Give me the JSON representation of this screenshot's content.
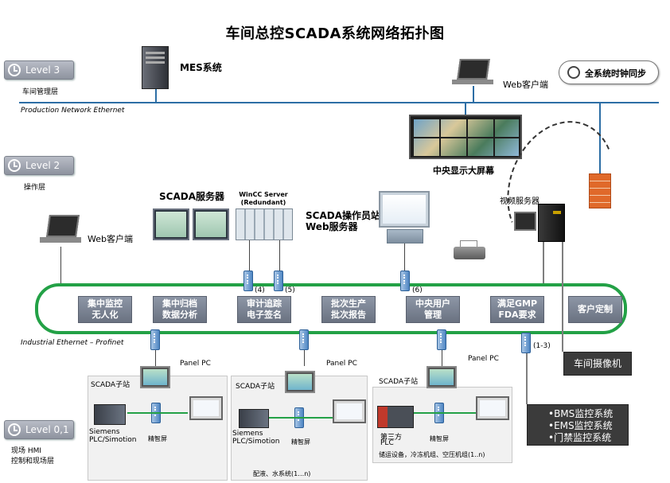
{
  "title": "车间总控SCADA系统网络拓扑图",
  "levels": [
    {
      "label": "Level 3",
      "sub": "车间管理层"
    },
    {
      "label": "Level 2",
      "sub": "操作层"
    },
    {
      "label": "Level 0,1",
      "sub1": "现场 HMI",
      "sub2": "控制和现场层"
    }
  ],
  "networks": {
    "production": "Production Network Ethernet",
    "industrial": "Industrial Ethernet – Profinet"
  },
  "devices": {
    "mes": "MES系统",
    "web_client_top": "Web客户端",
    "clock_sync": "全系统时钟同步",
    "video_wall": "中央显示大屏幕",
    "scada_server": "SCADA服务器",
    "wincc_server_1": "WinCC Server",
    "wincc_server_2": "(Redundant)",
    "scada_station_1": "SCADA操作员站",
    "scada_station_2": "Web服务器",
    "video_server": "视频服务器",
    "web_client_left": "Web客户端",
    "camera": "车间摄像机",
    "bms": [
      "•BMS监控系统",
      "•EMS监控系统",
      "•门禁监控系统"
    ]
  },
  "ports": {
    "p4": "(4)",
    "p5": "(5)",
    "p6": "(6)",
    "p13": "(1-3)"
  },
  "functions": [
    {
      "l1": "集中监控",
      "l2": "无人化"
    },
    {
      "l1": "集中归档",
      "l2": "数据分析"
    },
    {
      "l1": "审计追踪",
      "l2": "电子签名"
    },
    {
      "l1": "批次生产",
      "l2": "批次报告"
    },
    {
      "l1": "中央用户",
      "l2": "管理"
    },
    {
      "l1": "满足GMP",
      "l2": "FDA要求"
    },
    {
      "l1": "客户定制",
      "l2": ""
    }
  ],
  "stations": [
    {
      "panel": "Panel PC",
      "substation": "SCADA子站",
      "plc1": "Siemens",
      "plc2": "PLC/Simotion",
      "screen": "精智屏",
      "footer": ""
    },
    {
      "panel": "Panel PC",
      "substation": "SCADA子站",
      "plc1": "Siemens",
      "plc2": "PLC/Simotion",
      "screen": "精智屏",
      "footer": "配液、水系统(1…n)"
    },
    {
      "panel": "Panel PC",
      "substation": "SCADA子站",
      "plc1": "第三方",
      "plc2": "PLC",
      "screen": "精智屏",
      "footer": "储运设备，冷冻机组、空压机组(1..n)"
    }
  ]
}
